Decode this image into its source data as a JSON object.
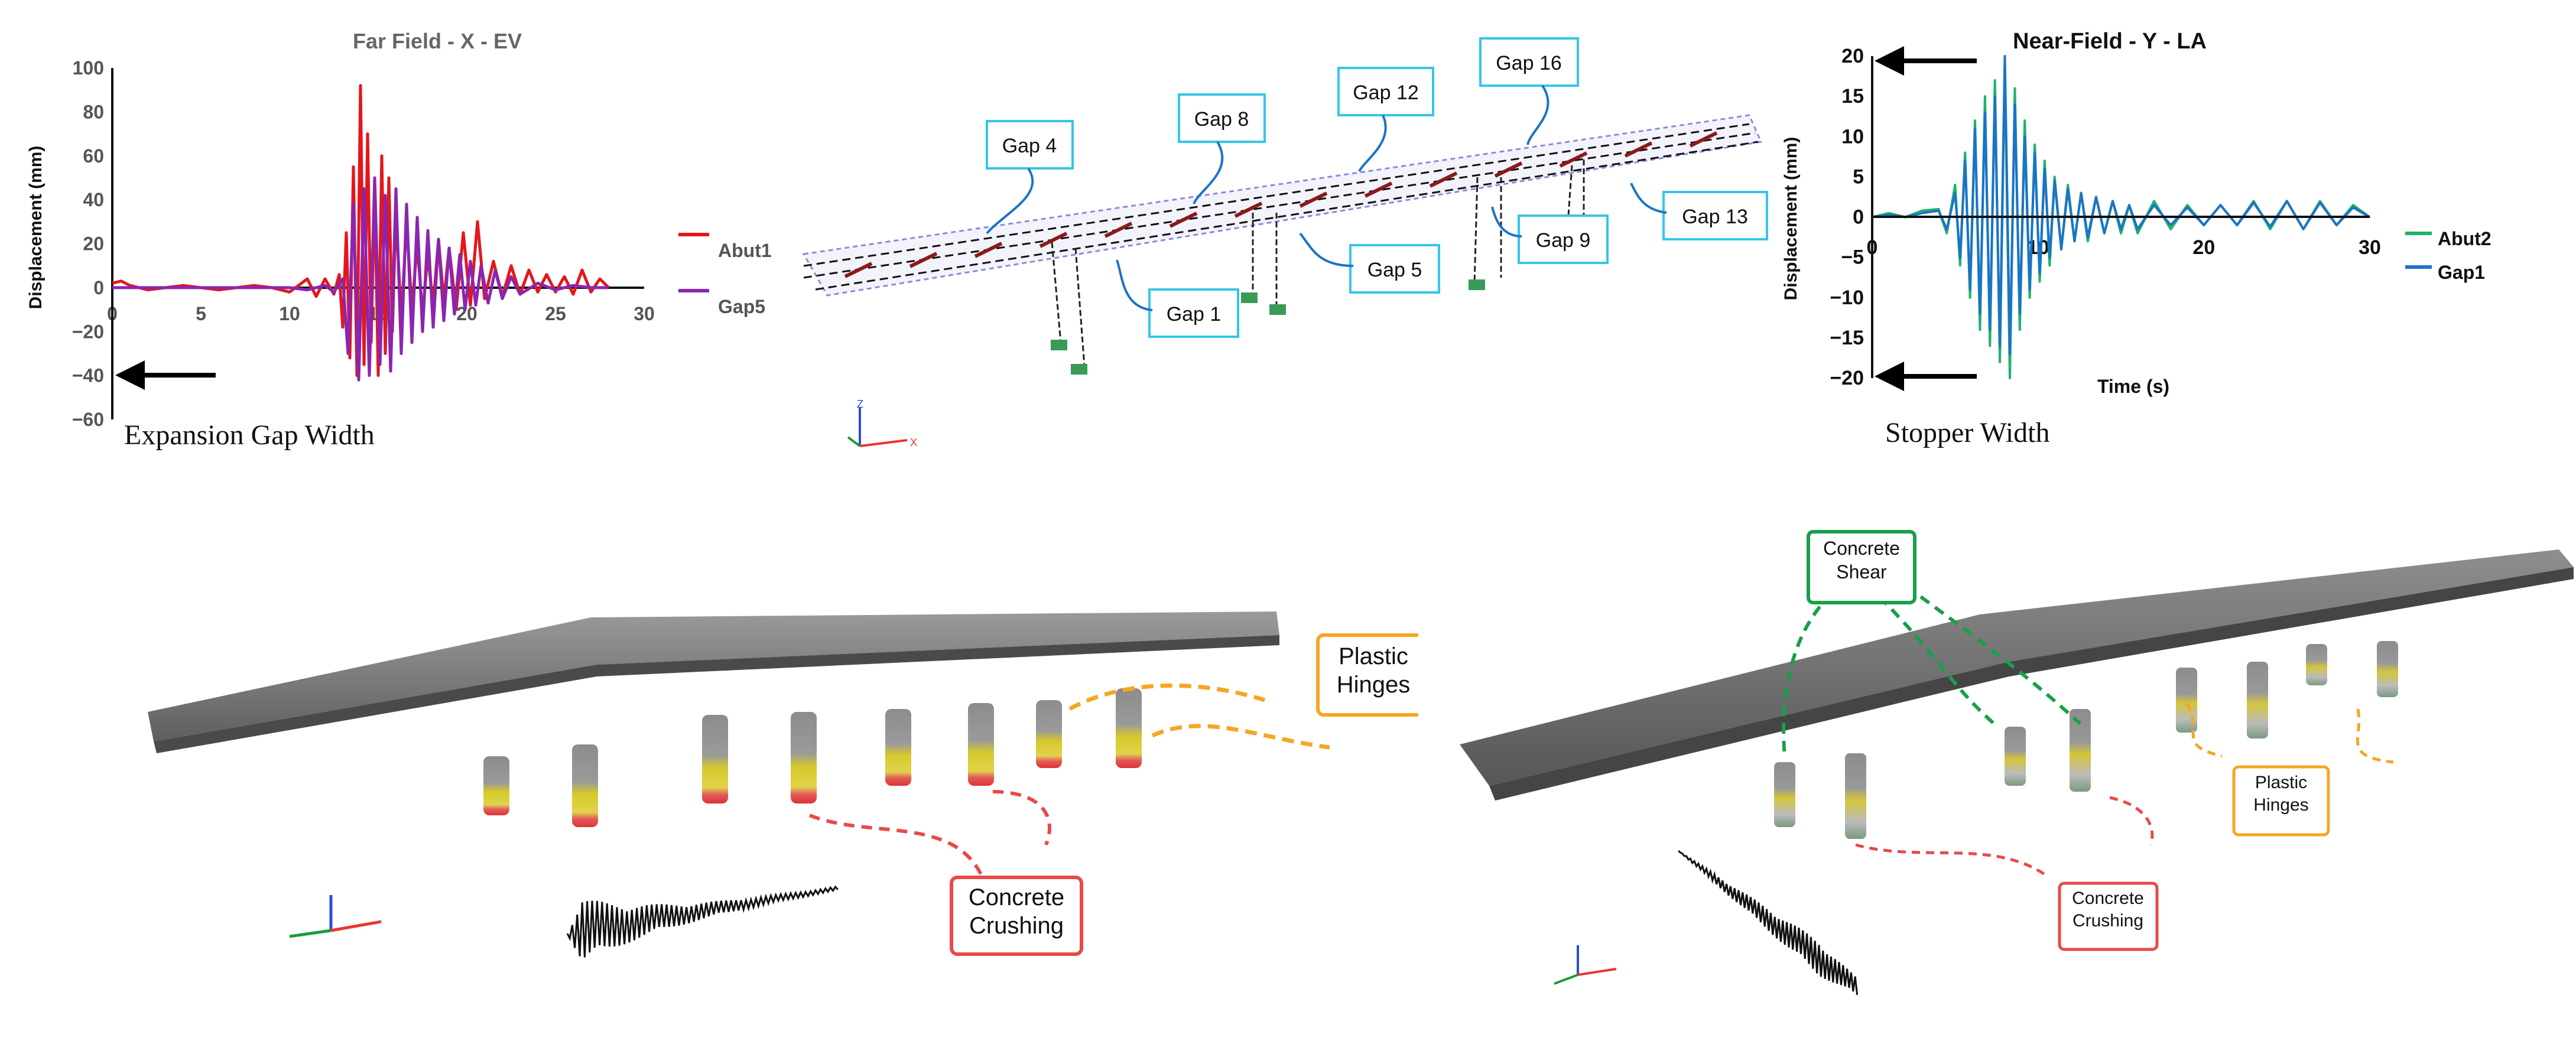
{
  "chart_data": [
    {
      "type": "line",
      "title": "Far Field - X - EV",
      "xlabel": "",
      "ylabel": "Displacement (mm)",
      "xlim": [
        0,
        30
      ],
      "ylim": [
        -60,
        100
      ],
      "x_ticks": [
        "0",
        "5",
        "10",
        "15",
        "20",
        "25",
        "30"
      ],
      "y_ticks": [
        "100",
        "80",
        "60",
        "40",
        "20",
        "0",
        "−20",
        "−40",
        "−60"
      ],
      "legend_position": "right",
      "series": [
        {
          "name": "Abut1",
          "color": "#e3171c",
          "x": [
            0,
            0.5,
            1,
            2,
            3,
            4,
            5,
            6,
            7,
            8,
            9,
            10,
            10.5,
            11,
            11.5,
            12,
            12.5,
            12.8,
            13,
            13.2,
            13.4,
            13.6,
            13.8,
            14,
            14.2,
            14.4,
            14.6,
            14.8,
            15,
            15.2,
            15.4,
            15.6,
            15.8,
            16,
            16.3,
            16.6,
            16.9,
            17.2,
            17.5,
            17.8,
            18.1,
            18.4,
            18.7,
            19,
            19.4,
            19.8,
            20.2,
            20.6,
            21,
            21.5,
            22,
            22.5,
            23,
            23.5,
            24,
            24.5,
            25,
            25.5,
            26,
            26.5,
            27,
            27.5,
            28
          ],
          "y": [
            2,
            3,
            1,
            -1,
            0,
            1,
            0,
            -1,
            0,
            1,
            0,
            -2,
            1,
            4,
            -4,
            4,
            -3,
            6,
            -18,
            25,
            -32,
            55,
            -40,
            92,
            -35,
            70,
            -25,
            45,
            -40,
            60,
            -30,
            50,
            -20,
            35,
            -15,
            30,
            -10,
            20,
            -12,
            15,
            -8,
            22,
            -6,
            18,
            -10,
            25,
            -8,
            30,
            -5,
            12,
            -4,
            10,
            -3,
            8,
            -2,
            6,
            -2,
            5,
            -3,
            8,
            -2,
            4,
            0
          ]
        },
        {
          "name": "Gap5",
          "color": "#8a25b3",
          "x": [
            0,
            2,
            4,
            6,
            8,
            10,
            11,
            12,
            12.5,
            13,
            13.3,
            13.6,
            13.9,
            14.2,
            14.5,
            14.8,
            15.1,
            15.4,
            15.7,
            16,
            16.3,
            16.6,
            16.9,
            17.2,
            17.5,
            17.8,
            18.1,
            18.4,
            18.7,
            19,
            19.3,
            19.6,
            19.9,
            20.2,
            20.5,
            20.8,
            21.2,
            21.6,
            22,
            22.5,
            23,
            24,
            25,
            26,
            27,
            28
          ],
          "y": [
            0,
            0,
            0,
            0,
            0,
            0,
            -1,
            1,
            -2,
            4,
            -30,
            38,
            -42,
            45,
            -40,
            50,
            -35,
            42,
            -38,
            45,
            -30,
            38,
            -25,
            32,
            -20,
            26,
            -18,
            22,
            -15,
            18,
            -12,
            15,
            -10,
            12,
            -8,
            10,
            -7,
            8,
            -5,
            5,
            -3,
            2,
            -1,
            1,
            0,
            0
          ]
        }
      ]
    },
    {
      "type": "line",
      "title": "Near-Field - Y - LA",
      "xlabel": "Time (s)",
      "ylabel": "Displacement (mm)",
      "xlim": [
        0,
        30
      ],
      "ylim": [
        -20,
        20
      ],
      "x_ticks": [
        "0",
        "10",
        "20",
        "30"
      ],
      "y_ticks": [
        "20",
        "15",
        "10",
        "5",
        "0",
        "−5",
        "−10",
        "−15",
        "−20"
      ],
      "legend_position": "right",
      "series": [
        {
          "name": "Abut2",
          "color": "#1fb36b",
          "x": [
            0,
            1,
            2,
            3,
            4,
            4.5,
            5,
            5.3,
            5.6,
            5.9,
            6.2,
            6.5,
            6.8,
            7.1,
            7.4,
            7.7,
            8,
            8.3,
            8.6,
            8.9,
            9.2,
            9.5,
            9.8,
            10.1,
            10.4,
            10.7,
            11,
            11.4,
            11.8,
            12.2,
            12.6,
            13,
            13.5,
            14,
            14.5,
            15,
            15.5,
            16,
            17,
            18,
            19,
            20,
            21,
            22,
            23,
            24,
            25,
            26,
            27,
            28,
            29,
            30
          ],
          "y": [
            0,
            0.5,
            0,
            0.8,
            1,
            -2,
            4,
            -6,
            8,
            -10,
            12,
            -14,
            15,
            -16,
            17,
            -18,
            19,
            -20,
            16,
            -14,
            12,
            -10,
            9,
            -8,
            7,
            -6,
            5,
            -4,
            4,
            -3,
            3,
            -3,
            2.5,
            -2,
            2,
            -2,
            1.5,
            -2,
            2,
            -1.5,
            1.5,
            -1,
            1.5,
            -1,
            2,
            -1.5,
            2,
            -1.5,
            2,
            -1,
            1.5,
            0
          ]
        },
        {
          "name": "Gap1",
          "color": "#1c73c7",
          "x": [
            0,
            1,
            2,
            3,
            4,
            4.5,
            5,
            5.3,
            5.6,
            5.9,
            6.2,
            6.5,
            6.8,
            7.1,
            7.4,
            7.7,
            8,
            8.3,
            8.6,
            8.9,
            9.2,
            9.5,
            9.8,
            10.1,
            10.4,
            10.7,
            11,
            11.4,
            11.8,
            12.2,
            12.6,
            13,
            13.5,
            14,
            14.5,
            15,
            15.5,
            16,
            17,
            18,
            19,
            20,
            21,
            22,
            23,
            24,
            25,
            26,
            27,
            28,
            29,
            30
          ],
          "y": [
            0,
            0.3,
            0,
            0.5,
            0.8,
            -1.5,
            3,
            -5,
            7,
            -9,
            11,
            -12,
            13,
            -14,
            15,
            -16,
            20,
            -17,
            14,
            -12,
            10,
            -9,
            8,
            -7,
            6,
            -5,
            4.5,
            -4,
            3.5,
            -3,
            3,
            -2.5,
            2.5,
            -2,
            2,
            -1.5,
            1.5,
            -1.5,
            1.5,
            -1,
            1.2,
            -1,
            1.5,
            -1,
            1.8,
            -1.2,
            2,
            -1.5,
            1.8,
            -1,
            1.2,
            0
          ]
        }
      ]
    }
  ],
  "annotations": {
    "expansion_gap_width": "Expansion Gap Width",
    "stopper_width": "Stopper Width"
  },
  "gap_labels": [
    "Gap 4",
    "Gap 8",
    "Gap 12",
    "Gap 16",
    "Gap 1",
    "Gap 5",
    "Gap 9",
    "Gap 13"
  ],
  "axis_letters": {
    "z": "Z",
    "x": "X"
  },
  "damage_labels": {
    "plastic_hinges": "Plastic Hinges",
    "concrete_crushing": "Concrete Crushing",
    "concrete_shear": "Concrete Shear"
  },
  "colors": {
    "orange": "#f5a623",
    "red": "#e84a4a",
    "green": "#17a04a",
    "cyan": "#35c6e6"
  }
}
